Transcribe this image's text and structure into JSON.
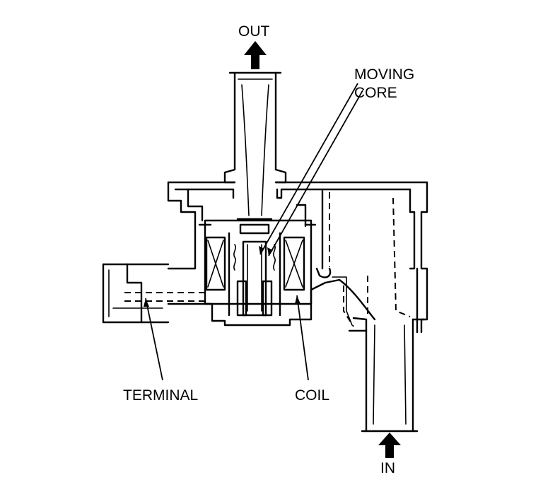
{
  "labels": {
    "out": "OUT",
    "in": "IN",
    "moving_core_line1": "MOVING",
    "moving_core_line2": "CORE",
    "terminal": "TERMINAL",
    "coil": "COIL"
  },
  "colors": {
    "line": "#000000",
    "background": "#ffffff"
  }
}
